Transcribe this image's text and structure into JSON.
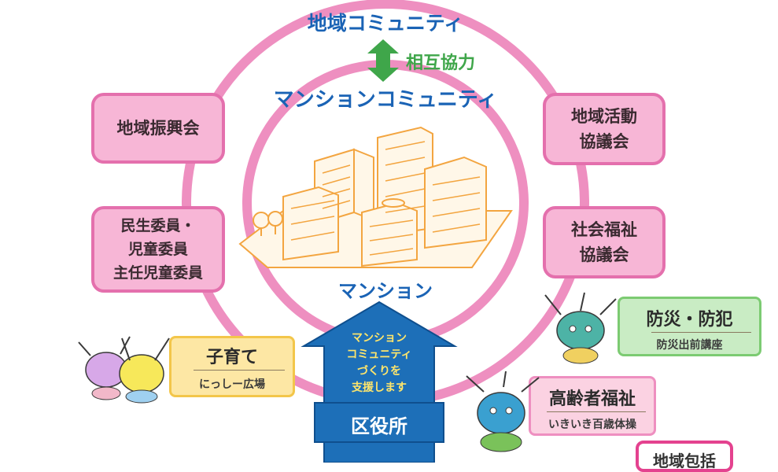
{
  "title_top": "地域コミュニティ",
  "mutual": "相互協力",
  "title_mid": "マンションコミュニティ",
  "mansion": "マンション",
  "left_boxes": [
    {
      "lines": [
        "地域振興会"
      ]
    },
    {
      "lines": [
        "民生委員・",
        "児童委員",
        "主任児童委員"
      ]
    }
  ],
  "right_boxes": [
    {
      "lines": [
        "地域活動",
        "協議会"
      ]
    },
    {
      "lines": [
        "社会福祉",
        "協議会"
      ]
    }
  ],
  "arrow": {
    "lines": [
      "マンション",
      "コミュニティ",
      "づくりを",
      "支援します"
    ],
    "label": "区役所"
  },
  "cards": {
    "kosodate": {
      "title": "子育て",
      "subtitle": "にっしー広場"
    },
    "bousai": {
      "title": "防災・防犯",
      "subtitle": "防災出前講座"
    },
    "koreisha": {
      "title": "高齢者福祉",
      "subtitle": "いきいき百歳体操"
    }
  },
  "partial_label": "地域包括",
  "colors": {
    "ring": "#ee8fc0",
    "pink_box": "#f7b6d6",
    "blue_text": "#1a63b5",
    "green_text": "#3fa64a",
    "building": "#f3a540",
    "arrow_blue": "#1d6fb8"
  }
}
